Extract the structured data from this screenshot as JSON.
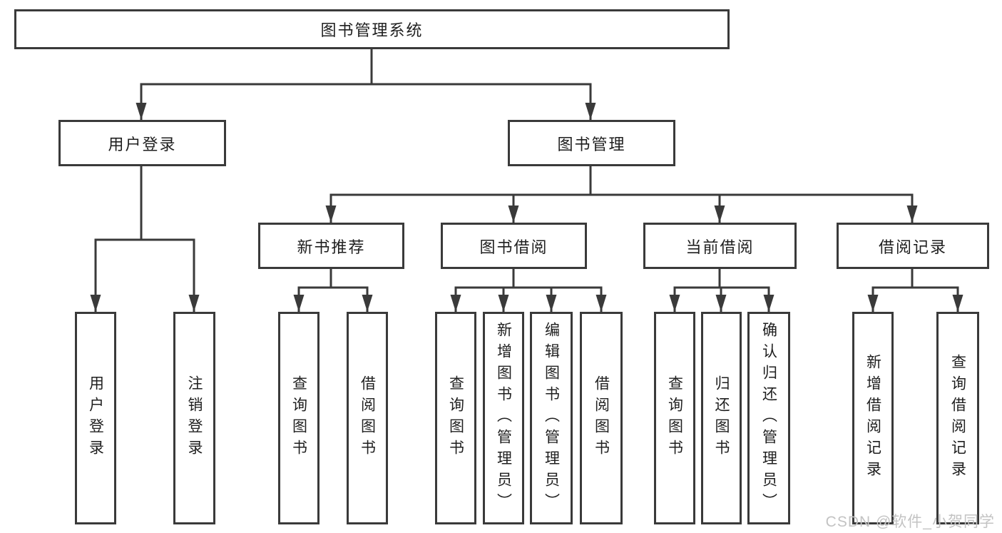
{
  "diagram_type": "hierarchy",
  "colors": {
    "line": "#3a3a3a",
    "box_fill": "#ffffff",
    "text": "#1f1f1f",
    "watermark": "#c3c3c3",
    "background": "#ffffff"
  },
  "tree": {
    "label": "图书管理系统",
    "children": [
      {
        "label": "用户登录",
        "children": [
          {
            "label": "用户登录"
          },
          {
            "label": "注销登录"
          }
        ]
      },
      {
        "label": "图书管理",
        "children": [
          {
            "label": "新书推荐",
            "children": [
              {
                "label": "查询图书"
              },
              {
                "label": "借阅图书"
              }
            ]
          },
          {
            "label": "图书借阅",
            "children": [
              {
                "label": "查询图书"
              },
              {
                "label": "新增图书（管理员）"
              },
              {
                "label": "编辑图书（管理员）"
              },
              {
                "label": "借阅图书"
              }
            ]
          },
          {
            "label": "当前借阅",
            "children": [
              {
                "label": "查询图书"
              },
              {
                "label": "归还图书"
              },
              {
                "label": "确认归还（管理员）"
              }
            ]
          },
          {
            "label": "借阅记录",
            "children": [
              {
                "label": "新增借阅记录"
              },
              {
                "label": "查询借阅记录"
              }
            ]
          }
        ]
      }
    ]
  },
  "watermark": {
    "text": "CSDN @软件_小贺同学"
  }
}
